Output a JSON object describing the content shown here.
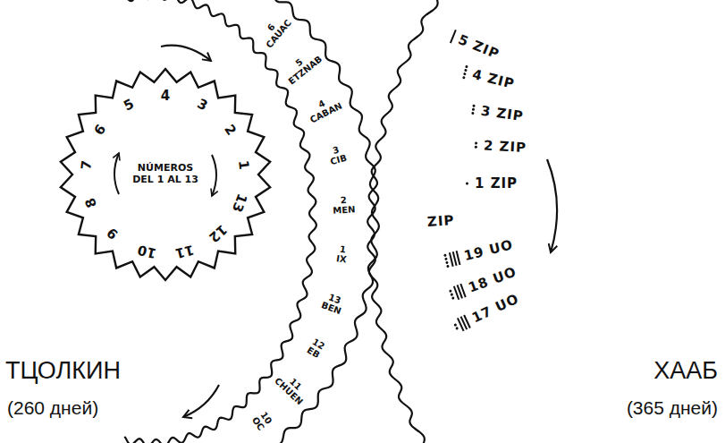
{
  "diagram": {
    "nodes": [
      {
        "text": [
          "6 CAUAC",
          "5 ETZNAB",
          "4 CABAN",
          "3 CIB",
          "2 MEN",
          "1 IX",
          "13 BEN",
          "12 EB",
          "11 CHUEN",
          "10 OC"
        ]
      },
      {
        "text": [
          "1",
          "2",
          "3",
          "4",
          "5",
          "6",
          "7",
          "8",
          "9",
          "10",
          "11",
          "12",
          "13",
          "NÚMEROS DEL 1 AL 13"
        ],
        "in": 0
      },
      {
        "text": [
          "5 ZIP",
          "4 ZIP",
          "3 ZIP",
          "2 ZIP",
          "1 ZIP",
          "ZIP",
          "19 UO",
          "18 UO",
          "17 UO"
        ]
      }
    ],
    "labels": [
      "ТЦОЛКИН",
      "(260 дней)",
      "ХААБ",
      "(365 дней)"
    ]
  }
}
